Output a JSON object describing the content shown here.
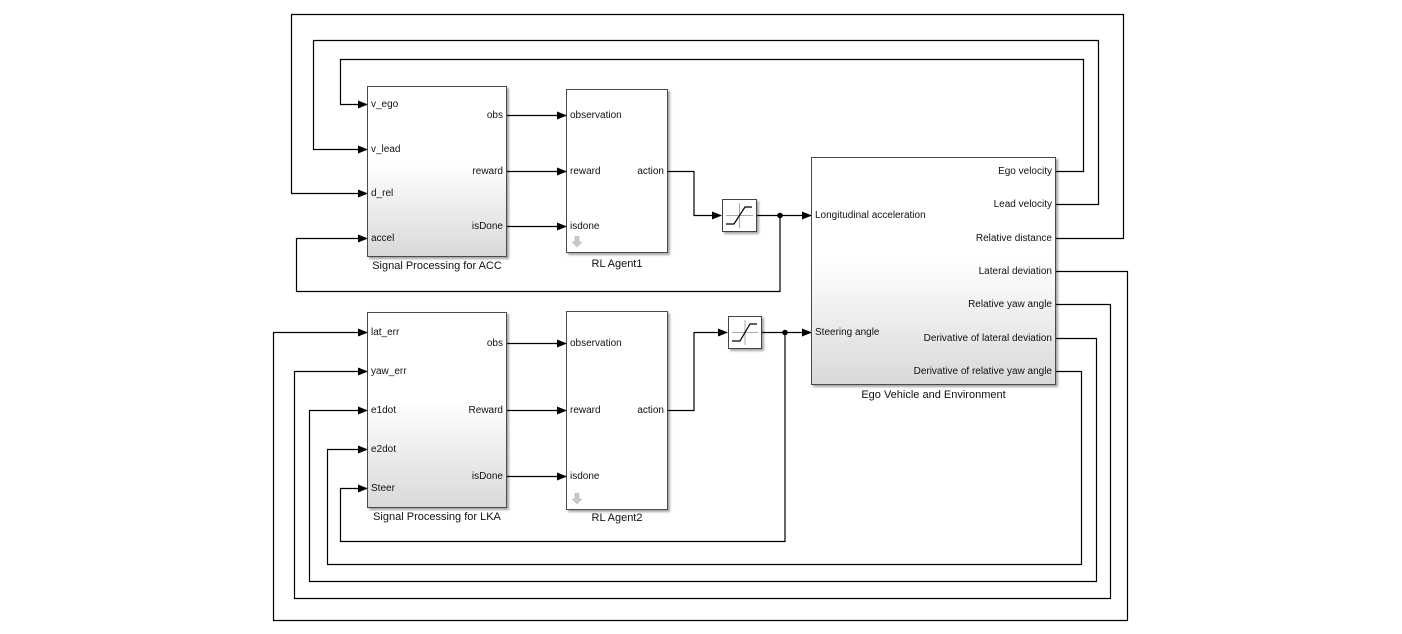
{
  "diagram": {
    "blocks": {
      "sp_acc": {
        "caption": "Signal Processing for ACC",
        "inputs": [
          "v_ego",
          "v_lead",
          "d_rel",
          "accel"
        ],
        "outputs": [
          "obs",
          "reward",
          "isDone"
        ]
      },
      "agent1": {
        "caption": "RL Agent1",
        "inputs": [
          "observation",
          "reward",
          "isdone"
        ],
        "outputs": [
          "action"
        ]
      },
      "sp_lka": {
        "caption": "Signal Processing for LKA",
        "inputs": [
          "lat_err",
          "yaw_err",
          "e1dot",
          "e2dot",
          "Steer"
        ],
        "outputs": [
          "obs",
          "Reward",
          "isDone"
        ]
      },
      "agent2": {
        "caption": "RL Agent2",
        "inputs": [
          "observation",
          "reward",
          "isdone"
        ],
        "outputs": [
          "action"
        ]
      },
      "env": {
        "caption": "Ego Vehicle and Environment",
        "inputs": [
          "Longitudinal acceleration",
          "Steering angle"
        ],
        "outputs": [
          "Ego velocity",
          "Lead velocity",
          "Relative distance",
          "Lateral deviation",
          "Relative yaw angle",
          "Derivative of lateral deviation",
          "Derivative of relative yaw angle"
        ]
      },
      "sat1": {
        "icon": "saturation-icon"
      },
      "sat2": {
        "icon": "saturation-icon"
      }
    },
    "connections": [
      {
        "from": "sp_acc.obs",
        "to": "agent1.observation"
      },
      {
        "from": "sp_acc.reward",
        "to": "agent1.reward"
      },
      {
        "from": "sp_acc.isDone",
        "to": "agent1.isdone"
      },
      {
        "from": "agent1.action",
        "to": "sat1.in"
      },
      {
        "from": "sat1.out",
        "to": "env.Longitudinal acceleration"
      },
      {
        "from": "sat1.out",
        "to": "sp_acc.accel"
      },
      {
        "from": "env.Ego velocity",
        "to": "sp_acc.v_ego"
      },
      {
        "from": "env.Lead velocity",
        "to": "sp_acc.v_lead"
      },
      {
        "from": "env.Relative distance",
        "to": "sp_acc.d_rel"
      },
      {
        "from": "sp_lka.obs",
        "to": "agent2.observation"
      },
      {
        "from": "sp_lka.Reward",
        "to": "agent2.reward"
      },
      {
        "from": "sp_lka.isDone",
        "to": "agent2.isdone"
      },
      {
        "from": "agent2.action",
        "to": "sat2.in"
      },
      {
        "from": "sat2.out",
        "to": "env.Steering angle"
      },
      {
        "from": "sat2.out",
        "to": "sp_lka.Steer"
      },
      {
        "from": "env.Lateral deviation",
        "to": "sp_lka.lat_err"
      },
      {
        "from": "env.Relative yaw angle",
        "to": "sp_lka.yaw_err"
      },
      {
        "from": "env.Derivative of lateral deviation",
        "to": "sp_lka.e1dot"
      },
      {
        "from": "env.Derivative of relative yaw angle",
        "to": "sp_lka.e2dot"
      }
    ]
  }
}
